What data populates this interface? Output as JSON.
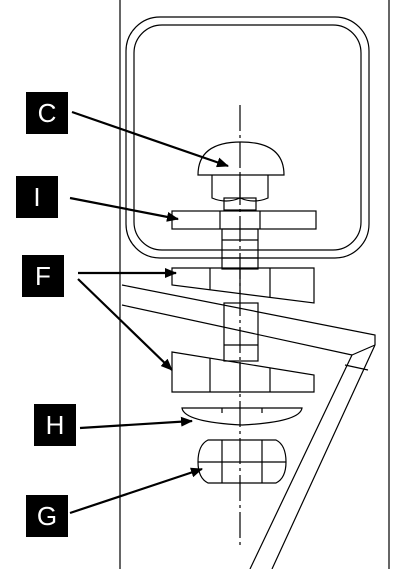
{
  "labels": {
    "c": "C",
    "i": "I",
    "f": "F",
    "h": "H",
    "g": "G"
  },
  "colors": {
    "stroke": "#000000",
    "background": "#ffffff",
    "label_bg": "#000000",
    "label_text": "#ffffff"
  }
}
